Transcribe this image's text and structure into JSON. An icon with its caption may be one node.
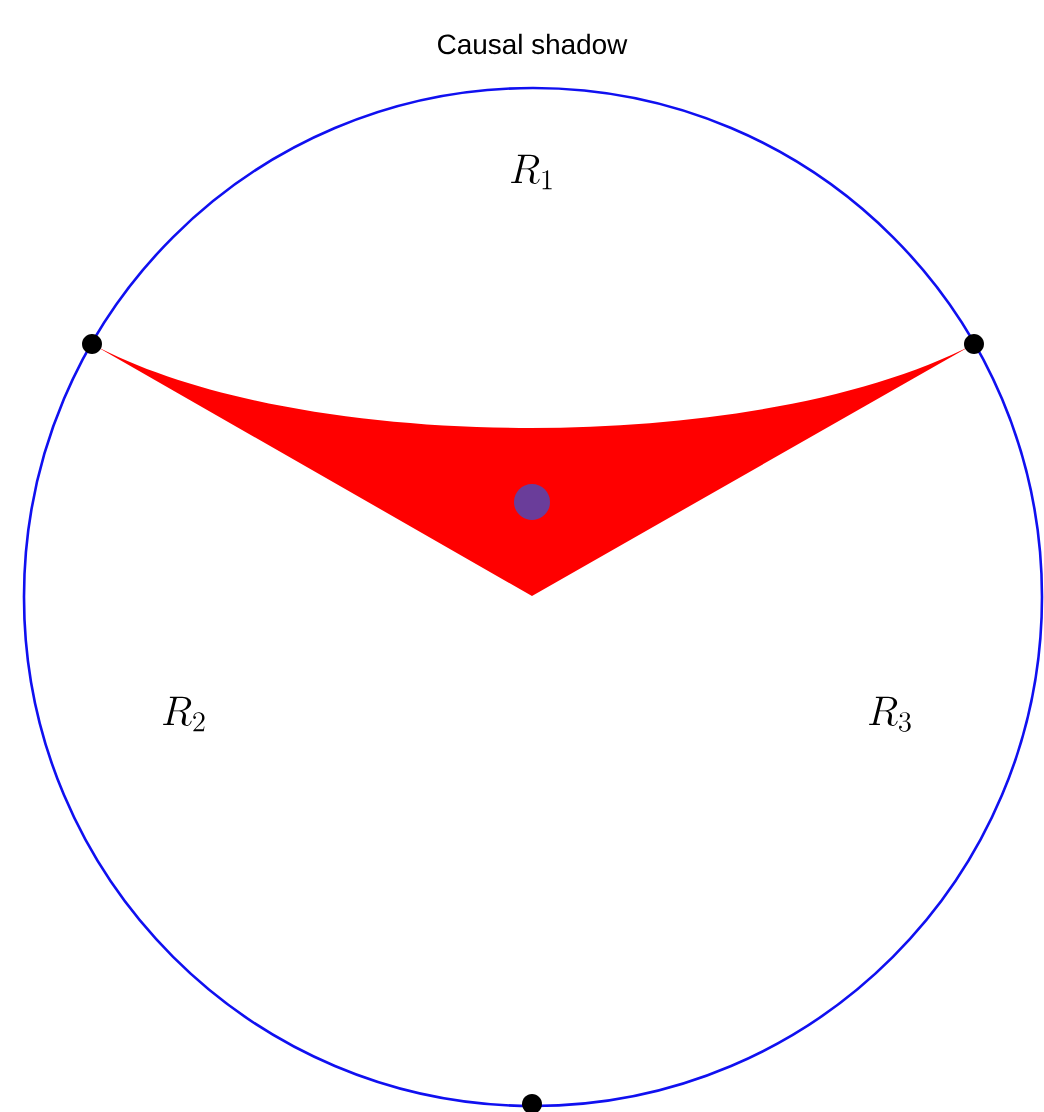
{
  "diagram": {
    "title": "Causal shadow",
    "labels": [
      "R_1",
      "R_2",
      "R_3"
    ]
  }
}
